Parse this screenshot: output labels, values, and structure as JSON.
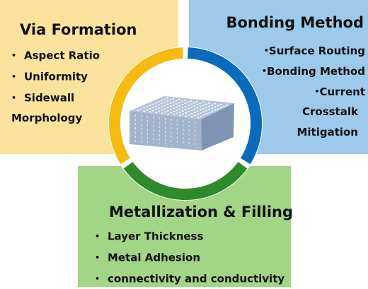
{
  "via_formation": {
    "title": "Via Formation",
    "items": [
      "Aspect Ratio",
      "Uniformity",
      "Sidewall",
      "Morphology"
    ]
  },
  "bonding_method": {
    "title": "Bonding Method",
    "items": [
      "Surface Routing",
      "Bonding Method",
      "Current",
      "Crosstalk",
      "Mitigation"
    ]
  },
  "metallization": {
    "title": "Metallization & Filling",
    "items": [
      "Layer Thickness",
      "Metal Adhesion",
      "connectivity and conductivity"
    ]
  },
  "bullet_symbol": "•",
  "colors": {
    "via_panel": "#fbe39d",
    "bond_panel": "#9dc9ea",
    "metal_panel": "#a3d587",
    "ring_yellow": "#f6bb10",
    "ring_blue": "#0a6bbd",
    "ring_green": "#2f8a2b",
    "substrate": "#8fa6c4"
  },
  "icons": {
    "center": "via-array-substrate-icon"
  }
}
